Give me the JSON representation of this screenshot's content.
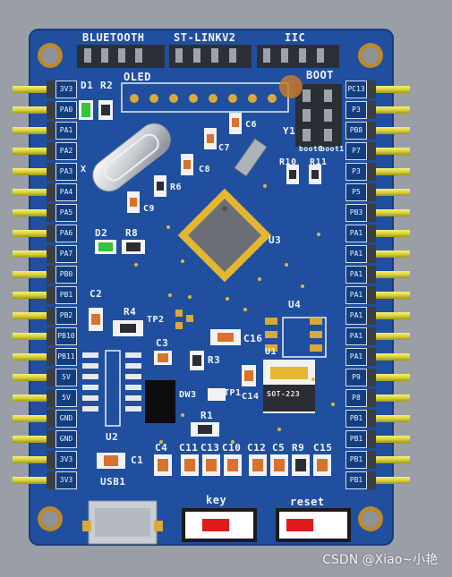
{
  "board": {
    "header_labels": {
      "bluetooth": "BLUETOOTH",
      "stlink": "ST-LINKV2",
      "iic": "IIC",
      "oled": "OLED",
      "boot": "BOOT"
    },
    "left_pins": [
      "3V3",
      "PA0",
      "PA1",
      "PA2",
      "PA3",
      "PA4",
      "PA5",
      "PA6",
      "PA7",
      "PB0",
      "PB1",
      "PB2",
      "PB10",
      "PB11",
      "5V",
      "5V",
      "GND",
      "GND",
      "3V3",
      "3V3"
    ],
    "right_pins": [
      "PC13",
      "P3",
      "PB8",
      "P7",
      "P3",
      "P5",
      "PB3",
      "PA1",
      "PA1",
      "PA1",
      "PA1",
      "PA1",
      "PA1",
      "PA1",
      "P9",
      "P8",
      "PB1",
      "PB1",
      "PB1",
      "PB1"
    ],
    "refs": {
      "d1": "D1",
      "r2": "R2",
      "d2": "D2",
      "r8": "R8",
      "c2": "C2",
      "r4": "R4",
      "tp2": "TP2",
      "c3": "C3",
      "r3": "R3",
      "c16": "C16",
      "u4": "U4",
      "u1": "U1",
      "c14": "C14",
      "tp1": "TP1",
      "u3": "U3",
      "r1": "R1",
      "u2": "U2",
      "c1": "C1",
      "usb1": "USB1",
      "y1": "Y1",
      "r10": "R10",
      "r11": "R11",
      "boot0": "boot0",
      "boot1": "boot1",
      "c6": "C6",
      "c7": "C7",
      "c8": "C8",
      "r6": "R6",
      "c9": "C9",
      "x1": "X",
      "c4": "C4",
      "c11": "C11",
      "c13": "C13",
      "c10": "C10",
      "c12": "C12",
      "c5": "C5",
      "r9": "R9",
      "c15": "C15",
      "sot": "SOT-223",
      "dw": "DW3"
    },
    "buttons": {
      "key": "key",
      "reset": "reset"
    },
    "watermark": "CSDN @Xiao~小艳"
  }
}
